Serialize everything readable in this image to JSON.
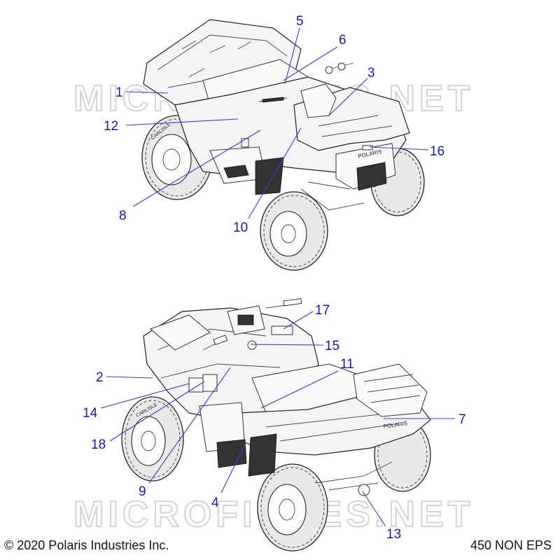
{
  "watermark": "MICROFICHES.NET",
  "footer": {
    "copyright": "© 2020 Polaris Industries Inc.",
    "model": "450 NON EPS"
  },
  "brand_mark": "POLARIS",
  "tire_mark": "CARLISLE",
  "callouts": [
    {
      "id": "c1",
      "label": "1"
    },
    {
      "id": "c2",
      "label": "2"
    },
    {
      "id": "c3",
      "label": "3"
    },
    {
      "id": "c4",
      "label": "4"
    },
    {
      "id": "c5",
      "label": "5"
    },
    {
      "id": "c6",
      "label": "6"
    },
    {
      "id": "c7",
      "label": "7"
    },
    {
      "id": "c8",
      "label": "8"
    },
    {
      "id": "c9",
      "label": "9"
    },
    {
      "id": "c10",
      "label": "10"
    },
    {
      "id": "c11",
      "label": "11"
    },
    {
      "id": "c12",
      "label": "12"
    },
    {
      "id": "c13",
      "label": "13"
    },
    {
      "id": "c14",
      "label": "14"
    },
    {
      "id": "c15",
      "label": "15"
    },
    {
      "id": "c16",
      "label": "16"
    },
    {
      "id": "c17",
      "label": "17"
    },
    {
      "id": "c18",
      "label": "18"
    }
  ],
  "colors": {
    "callout_text": "#1a1aa8",
    "leader_line": "#3b3bd0",
    "watermark": "#d4d4d4",
    "line_art": "#222222"
  }
}
